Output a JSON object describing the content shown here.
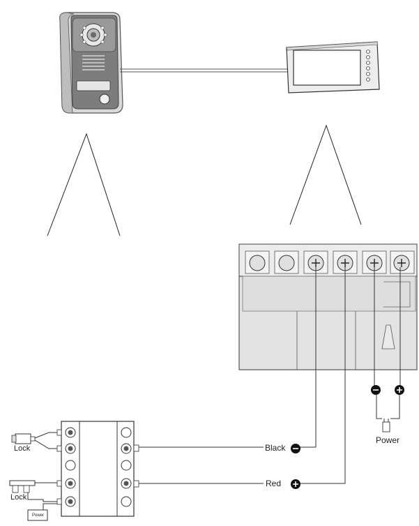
{
  "labels": {
    "black": "Black",
    "red": "Red",
    "power": "Power",
    "lock_top": "Lock",
    "lock_bottom": "Lock",
    "power_small": "Power"
  },
  "polarity": {
    "negative": "−",
    "positive": "+"
  },
  "icons": [
    "outdoor-camera-unit",
    "indoor-monitor",
    "terminal-block",
    "lock-relay-module",
    "lock",
    "power-adapter"
  ]
}
